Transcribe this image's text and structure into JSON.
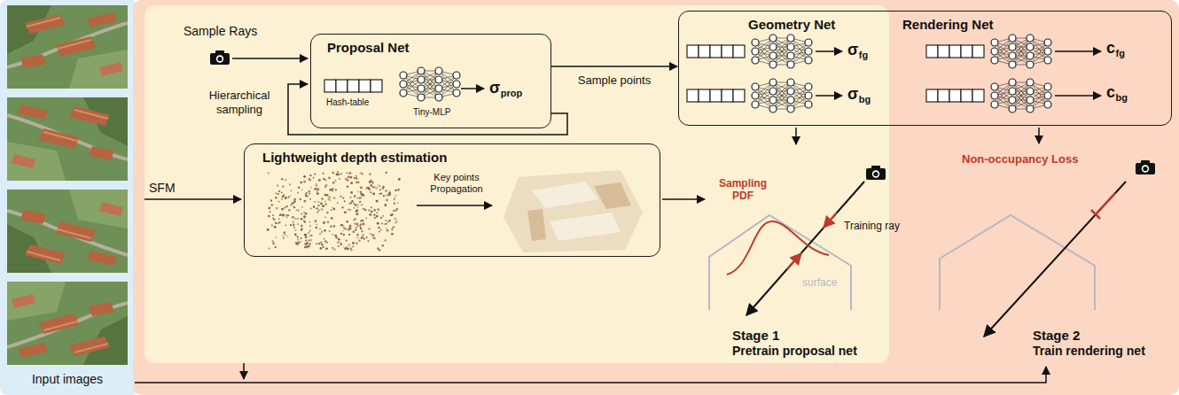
{
  "diagram": {
    "nodes": [
      {
        "text": [
          "Input images"
        ]
      },
      {
        "text": [
          "Stage 2",
          "Train rendering net"
        ]
      },
      {
        "text": [
          "Stage 1",
          "Pretrain proposal net"
        ],
        "in": 1
      },
      {
        "text": [
          "Proposal Net"
        ],
        "in": 2
      },
      {
        "text": [
          "Geometry Net",
          "Rendering Net"
        ],
        "in": 1
      },
      {
        "text": [
          "Lightweight depth estimation"
        ],
        "in": 2
      }
    ],
    "edges": [
      {
        "from": 3,
        "to": 4,
        "label": "Sample points",
        "arrow": "to"
      },
      {
        "from": 0,
        "to": 1,
        "arrow": "to"
      }
    ],
    "labels": [
      "Sample Rays",
      "Hierarchical sampling",
      "Hash-table",
      "Tiny-MLP",
      "σ",
      "prop",
      "σ",
      "fg",
      "σ",
      "bg",
      "c",
      "fg",
      "c",
      "bg",
      "SFM",
      "Key points Propagation",
      "Sampling PDF",
      "Training ray",
      "surface",
      "Non-occupancy Loss"
    ]
  }
}
